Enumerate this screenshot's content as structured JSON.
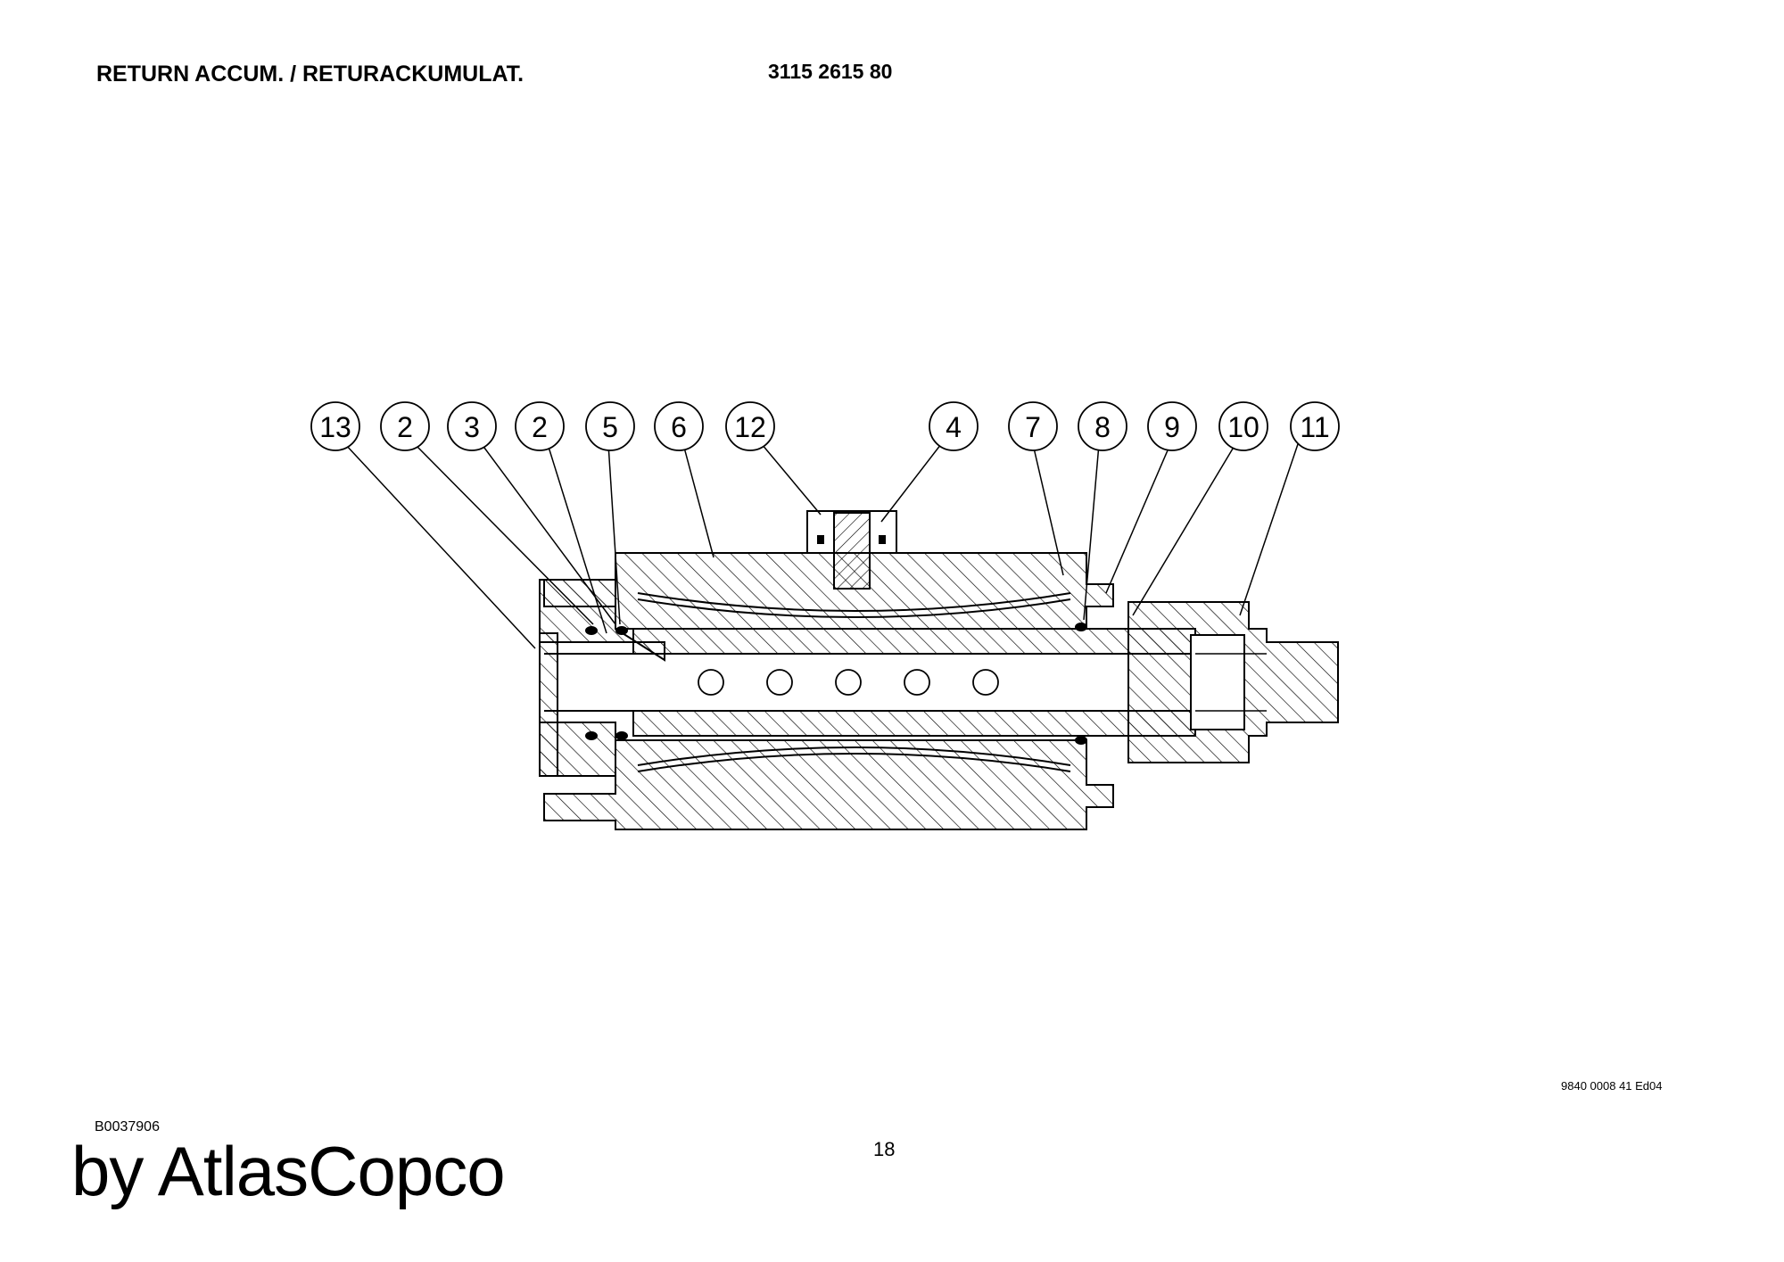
{
  "header": {
    "title": "RETURN ACCUM. / RETURACKUMULAT.",
    "part_number": "3115 2615 80"
  },
  "drawing": {
    "callouts": [
      "13",
      "2",
      "3",
      "2",
      "5",
      "6",
      "12",
      "4",
      "7",
      "8",
      "9",
      "10",
      "11"
    ]
  },
  "footer": {
    "figure_id": "B0037906",
    "doc_ref": "9840 0008 41 Ed04",
    "page_number": "18",
    "brand": "by AtlasCopco"
  }
}
